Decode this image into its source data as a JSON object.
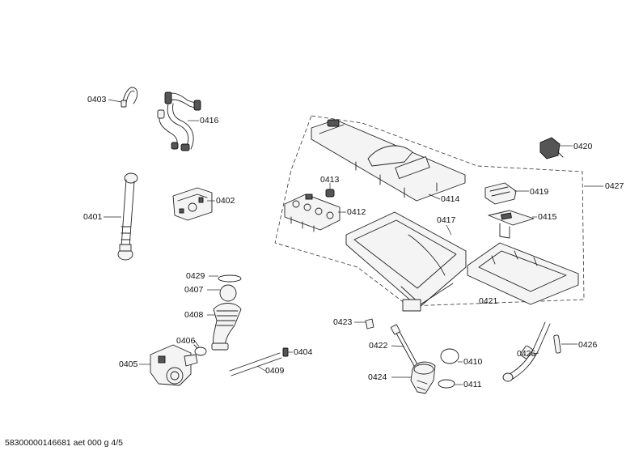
{
  "labels": {
    "l0403": "0403",
    "l0416": "0416",
    "l0401": "0401",
    "l0402": "0402",
    "l0413": "0413",
    "l0412": "0412",
    "l0414": "0414",
    "l0417": "0417",
    "l0420": "0420",
    "l0419": "0419",
    "l0415": "0415",
    "l0427": "0427",
    "l0421": "0421",
    "l0429": "0429",
    "l0407": "0407",
    "l0408": "0408",
    "l0423": "0423",
    "l0406": "0406",
    "l0404": "0404",
    "l0405": "0405",
    "l0409": "0409",
    "l0422": "0422",
    "l0410": "0410",
    "l0425": "0425",
    "l0426": "0426",
    "l0424": "0424",
    "l0411": "0411"
  },
  "footer": "58300000146681 aet 000 g 4/5"
}
